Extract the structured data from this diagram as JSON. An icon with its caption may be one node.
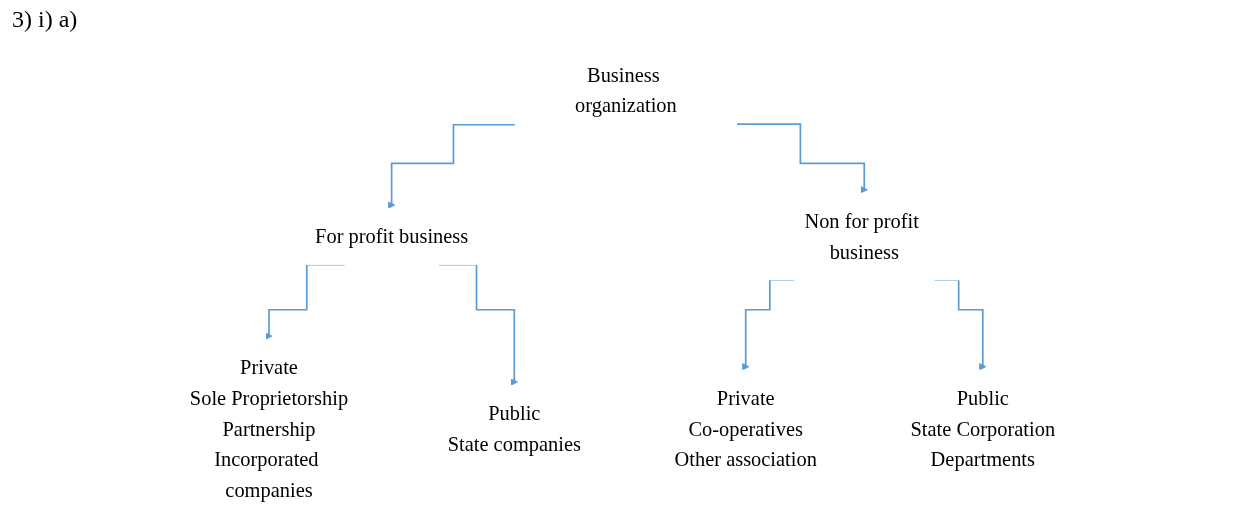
{
  "diagram": {
    "nodes": [
      {
        "text": [
          "Business organization"
        ]
      },
      {
        "text": [
          "For profit business"
        ]
      },
      {
        "text": [
          "Non for profit business"
        ]
      },
      {
        "text": [
          "Private",
          "Sole Proprietorship",
          "Partnership",
          "Incorporated companies"
        ]
      },
      {
        "text": [
          "Public",
          "State companies"
        ]
      },
      {
        "text": [
          "Private",
          "Co-operatives",
          "Other association"
        ]
      },
      {
        "text": [
          "Public",
          "State Corporation",
          "Departments"
        ]
      }
    ],
    "edges": [
      {
        "from": 0,
        "to": 1,
        "arrow": "to"
      },
      {
        "from": 0,
        "to": 2,
        "arrow": "to"
      },
      {
        "from": 1,
        "to": 3,
        "arrow": "to"
      },
      {
        "from": 1,
        "to": 4,
        "arrow": "to"
      },
      {
        "from": 2,
        "to": 5,
        "arrow": "to"
      },
      {
        "from": 2,
        "to": 6,
        "arrow": "to"
      }
    ],
    "labels": [
      "3) i) a)"
    ]
  }
}
